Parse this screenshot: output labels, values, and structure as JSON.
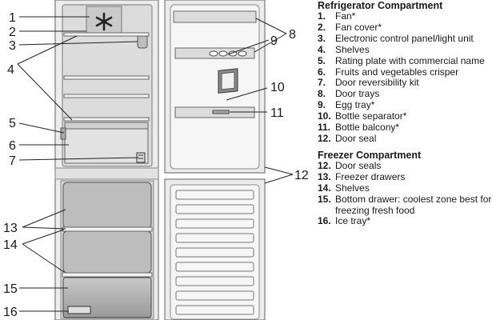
{
  "diagram": {
    "callouts": [
      "1",
      "2",
      "3",
      "4",
      "5",
      "6",
      "7",
      "8",
      "9",
      "10",
      "11",
      "12",
      "13",
      "14",
      "15",
      "16"
    ]
  },
  "legend": {
    "refrigerator": {
      "title": "Refrigerator Compartment",
      "items": [
        {
          "num": "1.",
          "text": "Fan*"
        },
        {
          "num": "2.",
          "text": "Fan cover*"
        },
        {
          "num": "3.",
          "text": "Electronic control panel/light unit"
        },
        {
          "num": "4.",
          "text": "Shelves"
        },
        {
          "num": "5.",
          "text": "Rating plate with commercial name"
        },
        {
          "num": "6.",
          "text": "Fruits and vegetables crisper"
        },
        {
          "num": "7.",
          "text": "Door reversibility kit"
        },
        {
          "num": "8.",
          "text": "Door trays"
        },
        {
          "num": "9.",
          "text": "Egg tray*"
        },
        {
          "num": "10.",
          "text": "Bottle separator*"
        },
        {
          "num": "11.",
          "text": "Bottle balcony*"
        },
        {
          "num": "12.",
          "text": "Door seal"
        }
      ]
    },
    "freezer": {
      "title": "Freezer Compartment",
      "items": [
        {
          "num": "12.",
          "text": "Door seals"
        },
        {
          "num": "13.",
          "text": "Freezer drawers"
        },
        {
          "num": "14.",
          "text": "Shelves"
        },
        {
          "num": "15.",
          "text": "Bottom drawer: coolest zone best for freezing fresh food"
        },
        {
          "num": "16.",
          "text": "Ice tray*"
        }
      ]
    }
  }
}
